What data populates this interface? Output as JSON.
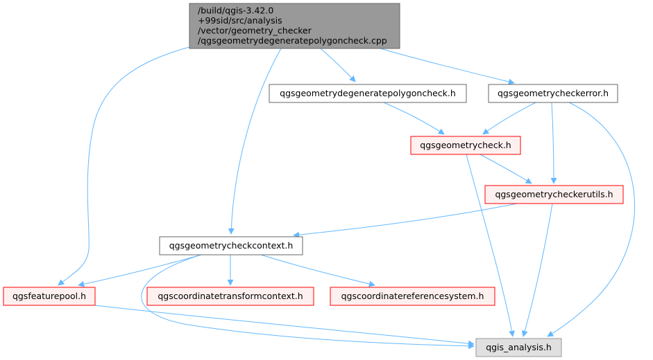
{
  "diagram": {
    "colors": {
      "edge": "#63b8ff",
      "root_fill": "#999999",
      "root_stroke": "#666666",
      "plain_fill": "#ffffff",
      "plain_stroke": "#666666",
      "red_fill": "#fff0f0",
      "red_stroke": "#ff0000",
      "gray_fill": "#e0e0e0",
      "gray_stroke": "#999999"
    },
    "nodes": [
      {
        "id": "root",
        "style": "root",
        "lines": [
          "/build/qgis-3.42.0",
          "+99sid/src/analysis",
          "/vector/geometry_checker",
          "/qgsgeometrydegeneratepolygoncheck.cpp"
        ]
      },
      {
        "id": "degen_h",
        "style": "plain",
        "lines": [
          "qgsgeometrydegeneratepolygoncheck.h"
        ]
      },
      {
        "id": "checkerror_h",
        "style": "plain",
        "lines": [
          "qgsgeometrycheckerror.h"
        ]
      },
      {
        "id": "check_h",
        "style": "red",
        "lines": [
          "qgsgeometrycheck.h"
        ]
      },
      {
        "id": "utils_h",
        "style": "red",
        "lines": [
          "qgsgeometrycheckerutils.h"
        ]
      },
      {
        "id": "context_h",
        "style": "plain",
        "lines": [
          "qgsgeometrycheckcontext.h"
        ]
      },
      {
        "id": "featurepool_h",
        "style": "red",
        "lines": [
          "qgsfeaturepool.h"
        ]
      },
      {
        "id": "transform_h",
        "style": "red",
        "lines": [
          "qgscoordinatetransformcontext.h"
        ]
      },
      {
        "id": "crs_h",
        "style": "red",
        "lines": [
          "qgscoordinatereferencesystem.h"
        ]
      },
      {
        "id": "analysis_h",
        "style": "gray",
        "lines": [
          "qgis_analysis.h"
        ]
      }
    ],
    "edges": [
      [
        "root",
        "featurepool_h"
      ],
      [
        "root",
        "context_h"
      ],
      [
        "root",
        "degen_h"
      ],
      [
        "root",
        "checkerror_h"
      ],
      [
        "degen_h",
        "check_h"
      ],
      [
        "checkerror_h",
        "check_h"
      ],
      [
        "checkerror_h",
        "utils_h"
      ],
      [
        "checkerror_h",
        "analysis_h"
      ],
      [
        "check_h",
        "utils_h"
      ],
      [
        "check_h",
        "analysis_h"
      ],
      [
        "utils_h",
        "context_h"
      ],
      [
        "utils_h",
        "analysis_h"
      ],
      [
        "context_h",
        "featurepool_h"
      ],
      [
        "context_h",
        "transform_h"
      ],
      [
        "context_h",
        "crs_h"
      ],
      [
        "context_h",
        "analysis_h"
      ],
      [
        "featurepool_h",
        "analysis_h"
      ]
    ]
  }
}
